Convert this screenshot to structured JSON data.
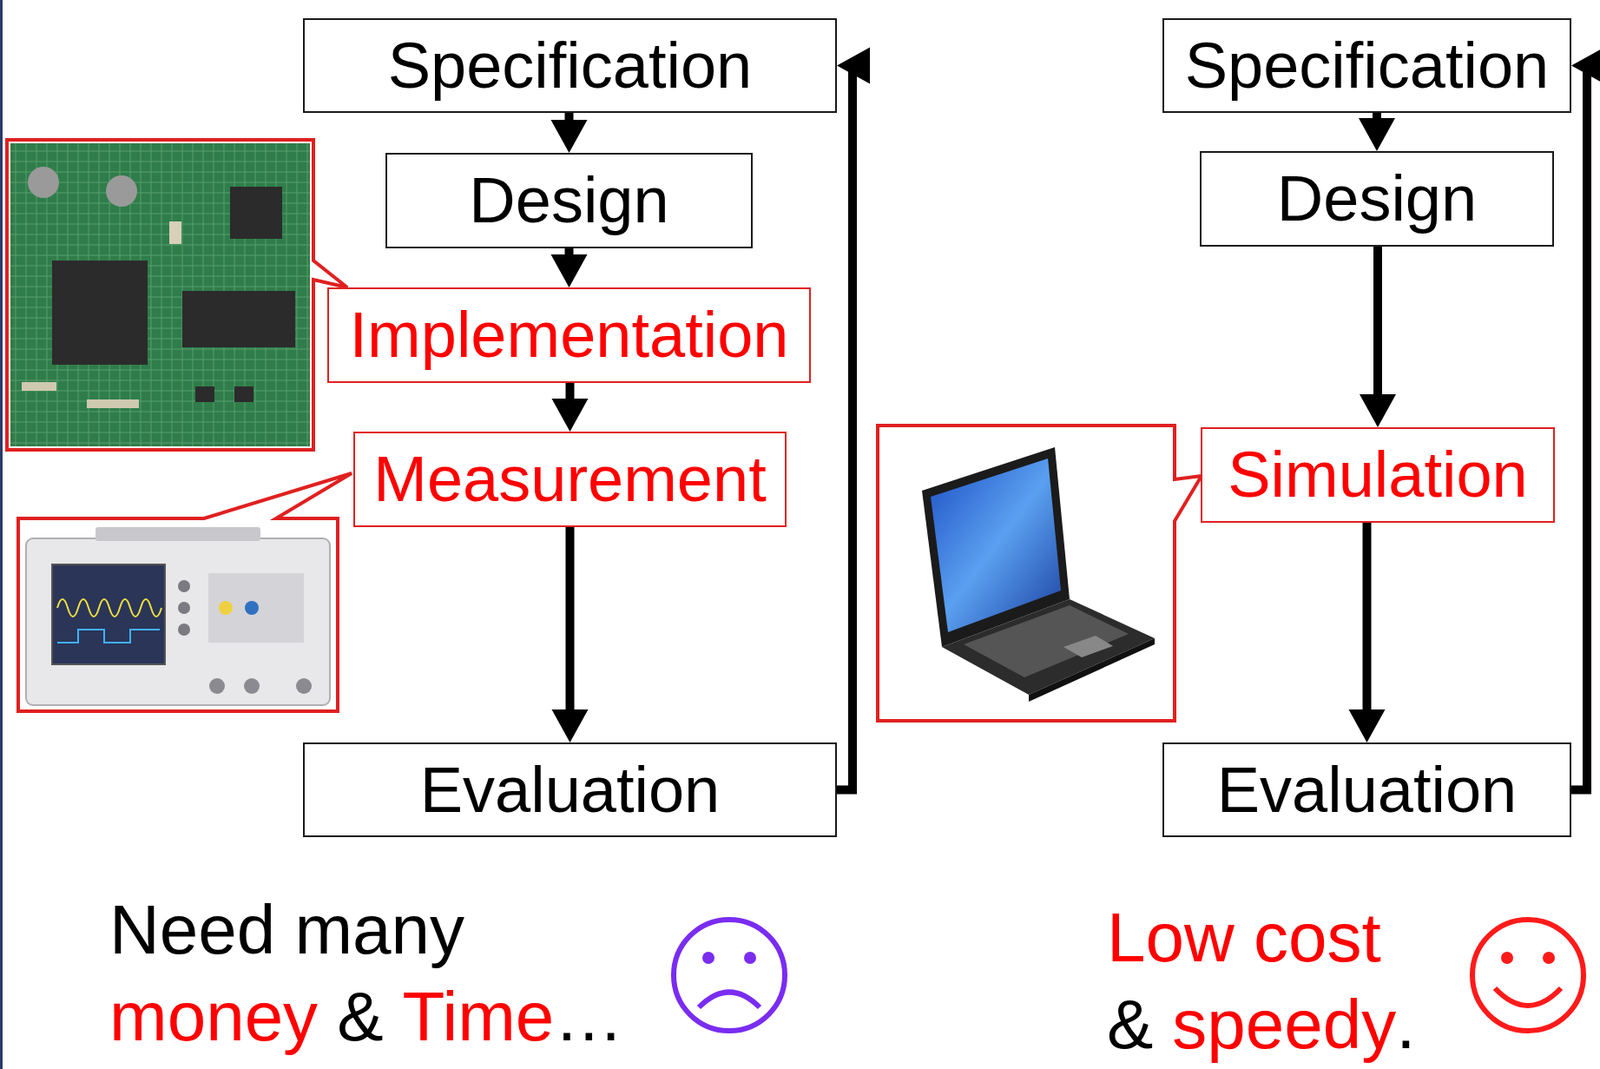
{
  "diagram": {
    "nodes": [
      {
        "text": [
          "Specification"
        ]
      },
      {
        "text": [
          "Design"
        ]
      },
      {
        "text": [
          "Implementation"
        ]
      },
      {
        "text": [
          "Measurement"
        ]
      },
      {
        "text": [
          "Evaluation"
        ]
      },
      {
        "text": [
          "Specification"
        ]
      },
      {
        "text": [
          "Design"
        ]
      },
      {
        "text": [
          "Simulation"
        ]
      },
      {
        "text": [
          "Evaluation"
        ]
      }
    ],
    "edges": [
      {
        "from": 0,
        "to": 1,
        "arrow": "to"
      },
      {
        "from": 1,
        "to": 2,
        "arrow": "to"
      },
      {
        "from": 2,
        "to": 3,
        "arrow": "to"
      },
      {
        "from": 3,
        "to": 4,
        "arrow": "to"
      },
      {
        "from": 4,
        "to": 0,
        "arrow": "to"
      },
      {
        "from": 5,
        "to": 6,
        "arrow": "to"
      },
      {
        "from": 6,
        "to": 7,
        "arrow": "to"
      },
      {
        "from": 7,
        "to": 8,
        "arrow": "to"
      },
      {
        "from": 8,
        "to": 5,
        "arrow": "to"
      }
    ],
    "labels": [
      "Need many",
      "money",
      "&",
      "Time",
      "…",
      "Low cost",
      "&",
      "speedy",
      "."
    ]
  }
}
